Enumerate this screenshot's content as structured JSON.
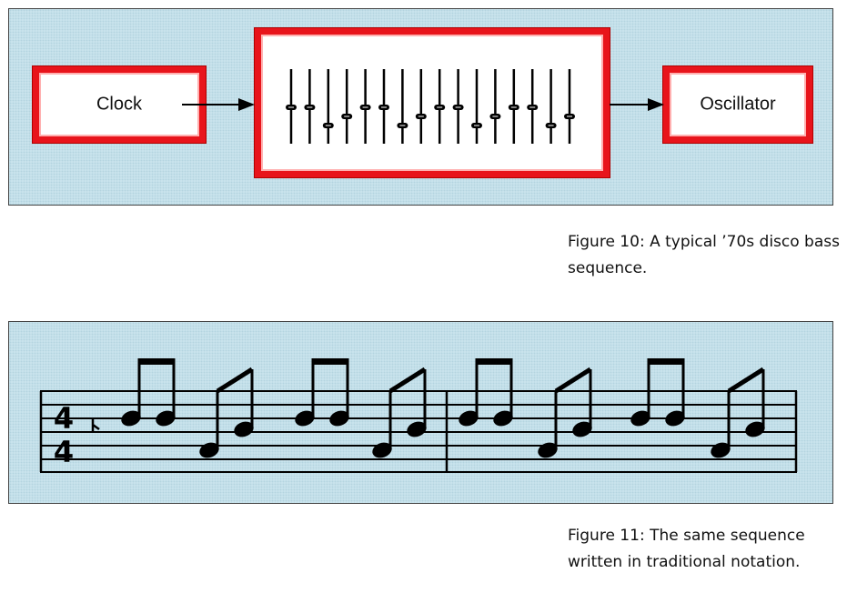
{
  "figure10": {
    "blocks": {
      "clock": "Clock",
      "oscillator": "Oscillator"
    },
    "sequencer": {
      "sliders": 16
    },
    "caption": {
      "line1": "Figure 10: A typical ’70s disco bass",
      "line2": "sequence."
    }
  },
  "figure11": {
    "time_signature": {
      "top": "4",
      "bottom": "4"
    },
    "caption": {
      "line1": "Figure 11: The same sequence",
      "line2": "written in traditional notation."
    }
  },
  "colors": {
    "panel": "#cde6ee",
    "block_border": "#e8141b"
  }
}
